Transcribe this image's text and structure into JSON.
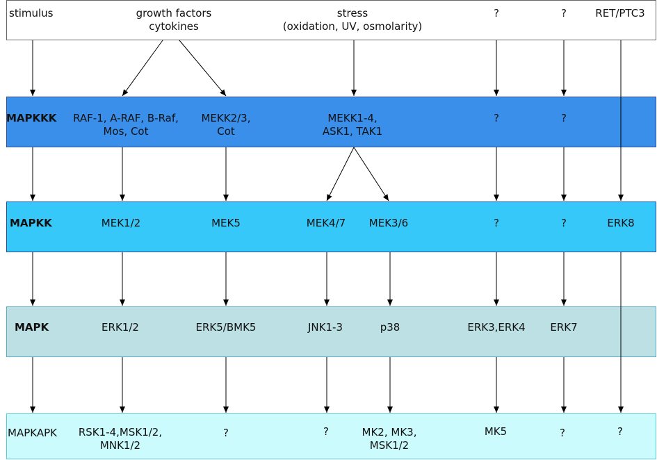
{
  "rows": {
    "stimulus": {
      "label": "stimulus",
      "growth": "growth factors\ncytokines",
      "stress": "stress\n(oxidation, UV, osmolarity)",
      "q1": "?",
      "q2": "?",
      "ret": "RET/PTC3"
    },
    "mapkkk": {
      "label": "MAPKKK",
      "raf": "RAF-1, A-RAF, B-Raf,\nMos, Cot",
      "mekk23": "MEKK2/3,\nCot",
      "mekk14": "MEKK1-4,\nASK1, TAK1",
      "q1": "?",
      "q2": "?"
    },
    "mapkk": {
      "label": "MAPKK",
      "mek12": "MEK1/2",
      "mek5": "MEK5",
      "mek47": "MEK4/7",
      "mek36": "MEK3/6",
      "q1": "?",
      "q2": "?",
      "erk8": "ERK8"
    },
    "mapk": {
      "label": "MAPK",
      "erk12": "ERK1/2",
      "erk5": "ERK5/BMK5",
      "jnk": "JNK1-3",
      "p38": "p38",
      "erk34": "ERK3,ERK4",
      "erk7": "ERK7"
    },
    "mapkapk": {
      "label": "MAPKAPK",
      "rsk": "RSK1-4,MSK1/2,\nMNK1/2",
      "q_erk5": "?",
      "q_jnk": "?",
      "mk2": "MK2, MK3,\nMSK1/2",
      "mk5": "MK5",
      "q_erk7": "?",
      "q_erk8": "?"
    }
  },
  "colors": {
    "mapkkk": "#3a8fea",
    "mapkk": "#35c8f8",
    "mapk": "#bde0e4",
    "mapkapk": "#ccfbfd"
  }
}
